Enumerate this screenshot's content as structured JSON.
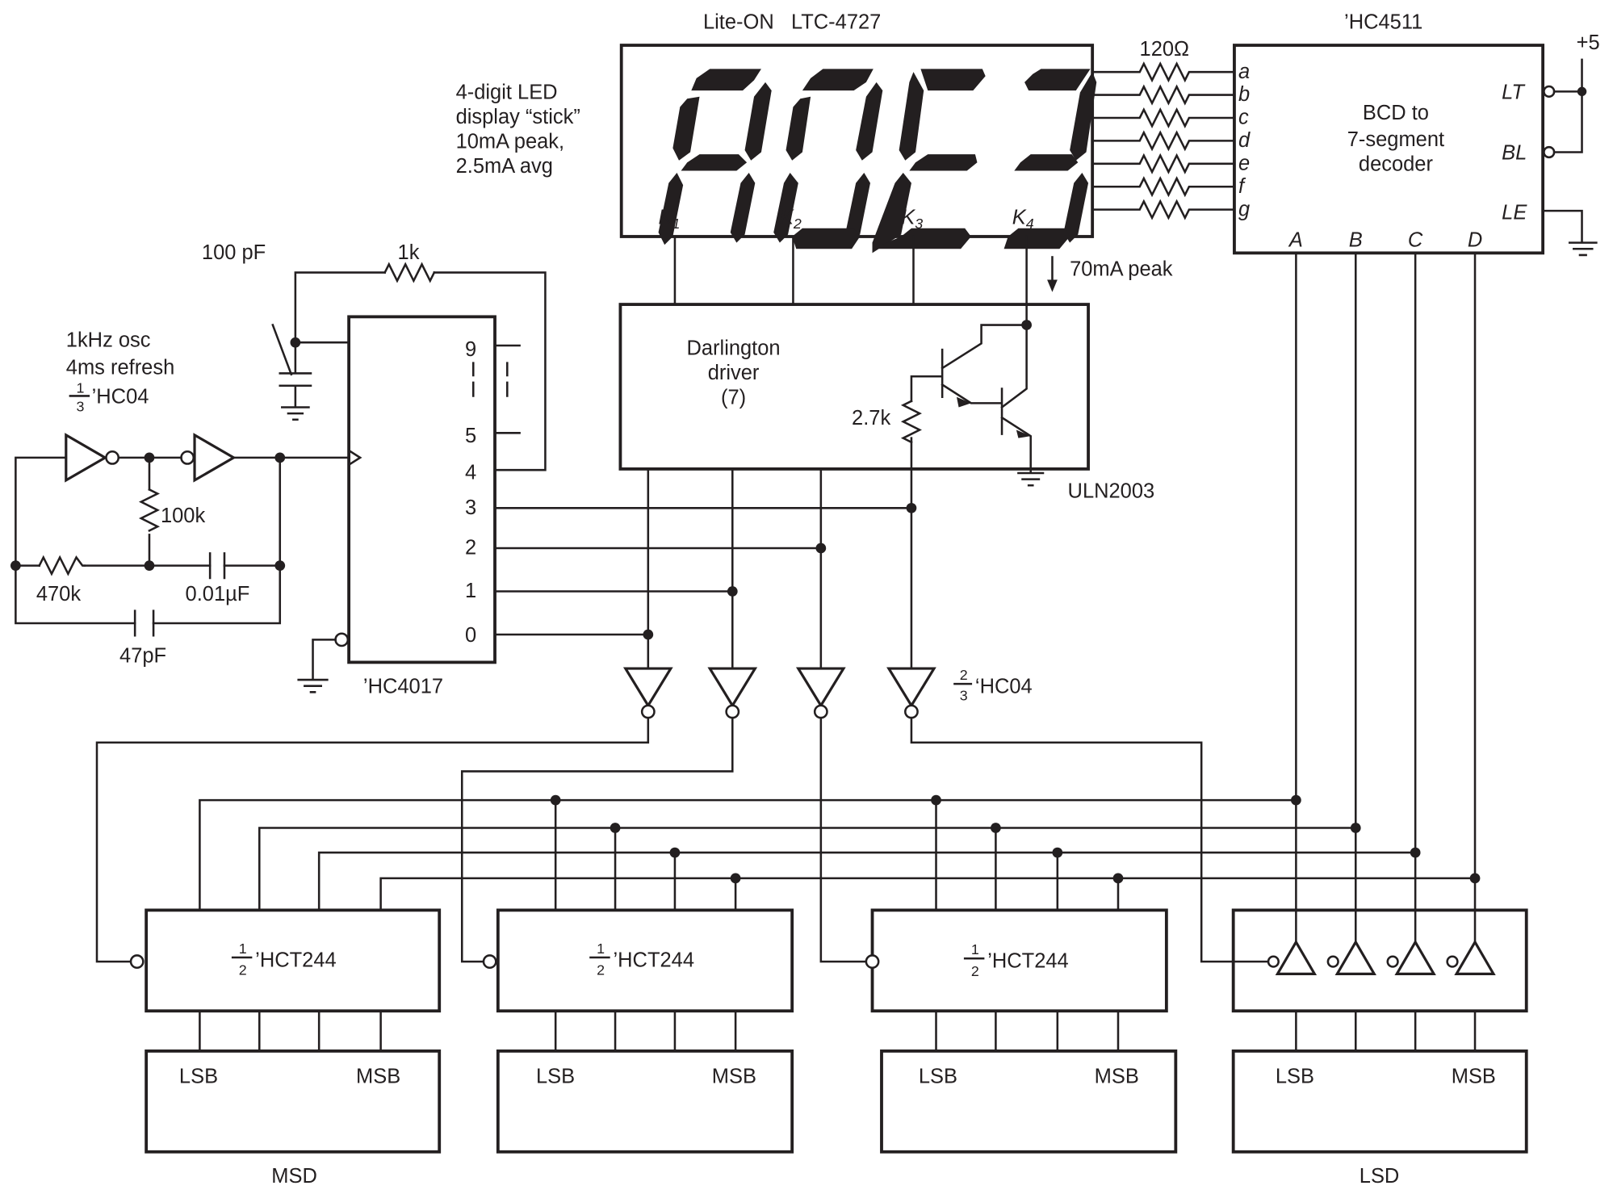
{
  "display": {
    "title": "Lite-ON   LTC-4727",
    "description": [
      "4-digit LED",
      "display “stick”",
      "10mA peak,",
      "2.5mA avg"
    ],
    "shown_characters": "A0E3",
    "cathodes": [
      "K",
      "K",
      "K",
      "K"
    ],
    "cathode_subscripts": [
      "1",
      "2",
      "3",
      "4"
    ]
  },
  "segment_resistors": {
    "value": "120Ω",
    "segments": [
      "a",
      "b",
      "c",
      "d",
      "e",
      "f",
      "g"
    ]
  },
  "decoder": {
    "part": "’HC4511",
    "function": [
      "BCD to",
      "7-segment",
      "decoder"
    ],
    "control_pins": [
      "LT",
      "BL",
      "LE"
    ],
    "input_pins": [
      "A",
      "B",
      "C",
      "D"
    ],
    "supply": "+5"
  },
  "oscillator": {
    "description": [
      "1kHz osc",
      "4ms refresh"
    ],
    "inverter_fraction_num": "1",
    "inverter_fraction_den": "3",
    "inverter_part": "’HC04",
    "r_feedback": "100k",
    "r_input": "470k",
    "c_timing": "0.01µF",
    "c_speedup": "47pF"
  },
  "counter": {
    "part": "’HC4017",
    "outputs": [
      "9",
      "5",
      "4",
      "3",
      "2",
      "1",
      "0"
    ],
    "reset_cap": "100 pF",
    "reset_resistor": "1k"
  },
  "driver": {
    "function": [
      "Darlington",
      "driver",
      "(7)"
    ],
    "part": "ULN2003",
    "base_resistor": "2.7k",
    "current_note": "70mA peak"
  },
  "enable_inverters": {
    "fraction_num": "2",
    "fraction_den": "3",
    "part": "‘HC04"
  },
  "buffers": [
    {
      "fraction_num": "1",
      "fraction_den": "2",
      "part": "’HCT244"
    },
    {
      "fraction_num": "1",
      "fraction_den": "2",
      "part": "’HCT244"
    },
    {
      "fraction_num": "1",
      "fraction_den": "2",
      "part": "’HCT244"
    }
  ],
  "bcd_inputs": [
    {
      "lsb": "LSB",
      "msb": "MSB"
    },
    {
      "lsb": "LSB",
      "msb": "MSB"
    },
    {
      "lsb": "LSB",
      "msb": "MSB"
    },
    {
      "lsb": "LSB",
      "msb": "MSB"
    }
  ],
  "digit_labels": {
    "msd": "MSD",
    "lsd": "LSD"
  }
}
